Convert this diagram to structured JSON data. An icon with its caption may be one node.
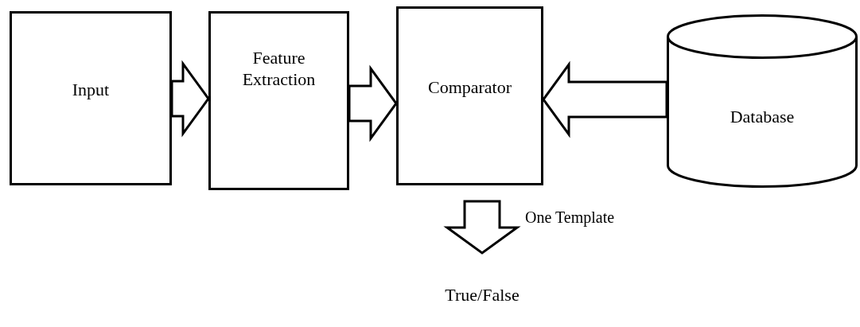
{
  "diagram": {
    "nodes": [
      {
        "text": [
          "Input"
        ]
      },
      {
        "text": [
          "Feature Extraction"
        ]
      },
      {
        "text": [
          "Comparator"
        ]
      },
      {
        "text": [
          "Database"
        ]
      },
      {
        "text": [
          "True/False"
        ]
      }
    ],
    "edges": [
      {
        "from": 0,
        "to": 1,
        "arrow": "to"
      },
      {
        "from": 1,
        "to": 2,
        "arrow": "to"
      },
      {
        "from": 3,
        "to": 2,
        "arrow": "to"
      },
      {
        "from": 2,
        "to": 4,
        "arrow": "to",
        "label": "One Template"
      }
    ]
  }
}
